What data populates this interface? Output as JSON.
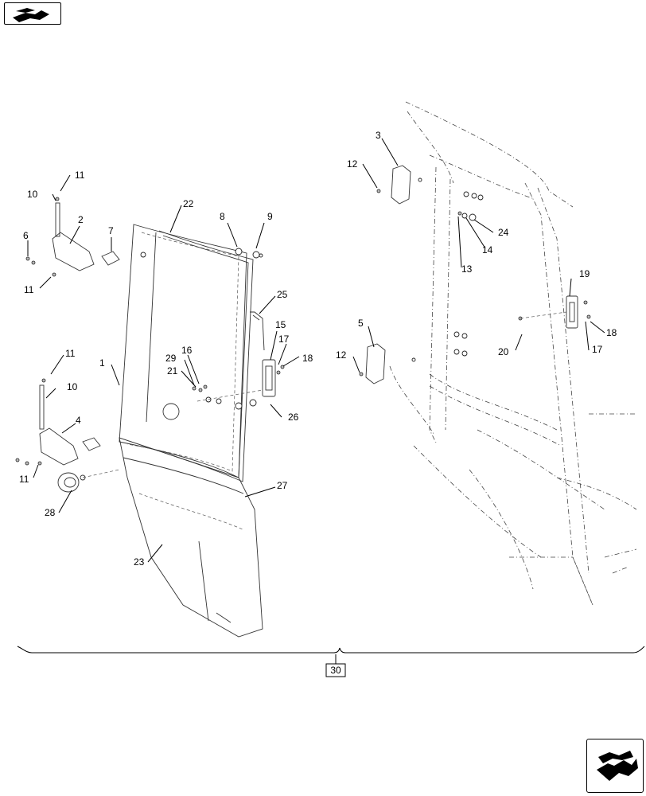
{
  "nav": {
    "prev_icon": "page-back-arrow-icon",
    "next_icon": "page-forward-arrow-icon"
  },
  "assembly_label": "30",
  "callouts": {
    "c1": "1",
    "c2": "2",
    "c3": "3",
    "c4": "4",
    "c5": "5",
    "c6": "6",
    "c7": "7",
    "c8": "8",
    "c9": "9",
    "c10a": "10",
    "c10b": "10",
    "c11a": "11",
    "c11b": "11",
    "c11c": "11",
    "c11d": "11",
    "c12a": "12",
    "c12b": "12",
    "c13": "13",
    "c14": "14",
    "c15": "15",
    "c16": "16",
    "c17a": "17",
    "c17b": "17",
    "c18a": "18",
    "c18b": "18",
    "c19": "19",
    "c20": "20",
    "c21": "21",
    "c22": "22",
    "c23": "23",
    "c24": "24",
    "c25": "25",
    "c26": "26",
    "c27": "27",
    "c28": "28",
    "c29": "29"
  }
}
